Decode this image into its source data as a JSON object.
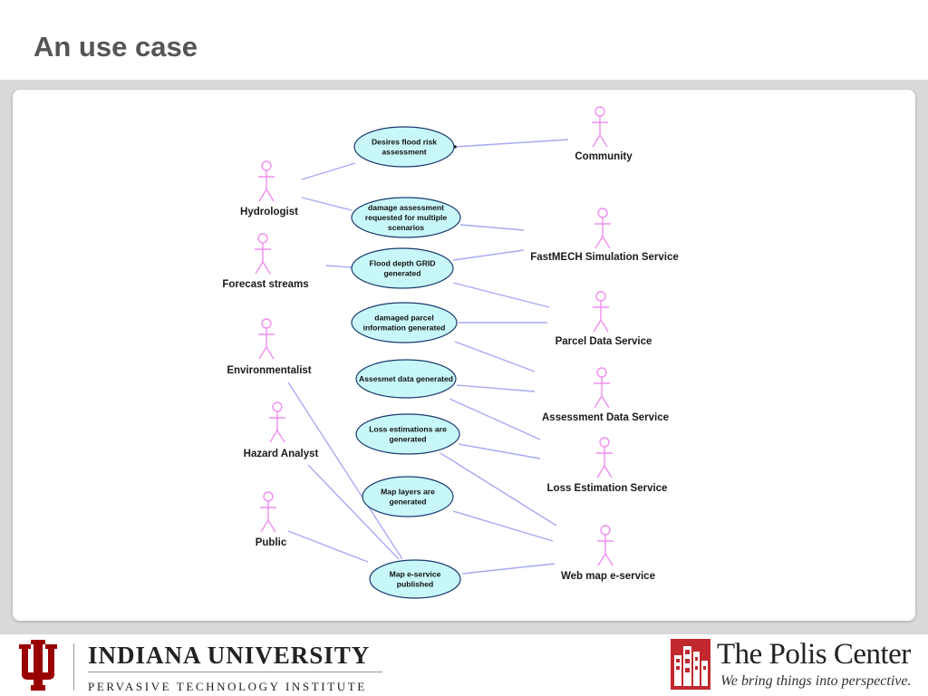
{
  "slide": {
    "title": "An use case"
  },
  "diagram": {
    "actors": [
      {
        "id": "community",
        "label": "Community"
      },
      {
        "id": "hydrologist",
        "label": "Hydrologist"
      },
      {
        "id": "fastmech",
        "label": "FastMECH Simulation Service"
      },
      {
        "id": "forecast",
        "label": "Forecast streams"
      },
      {
        "id": "parcel",
        "label": "Parcel Data Service"
      },
      {
        "id": "environmentalist",
        "label": "Environmentalist"
      },
      {
        "id": "assessment",
        "label": "Assessment Data Service"
      },
      {
        "id": "hazard",
        "label": "Hazard Analyst"
      },
      {
        "id": "loss",
        "label": "Loss Estimation Service"
      },
      {
        "id": "public",
        "label": "Public"
      },
      {
        "id": "webmap",
        "label": "Web map e-service"
      }
    ],
    "usecases": [
      {
        "id": "uc1",
        "lines": [
          "Desires flood risk",
          "assessment"
        ]
      },
      {
        "id": "uc2",
        "lines": [
          "damage assessment",
          "requested for multiple",
          "scenarios"
        ]
      },
      {
        "id": "uc3",
        "lines": [
          "Flood depth GRID",
          "generated"
        ]
      },
      {
        "id": "uc4",
        "lines": [
          "damaged parcel",
          "information generated"
        ]
      },
      {
        "id": "uc5",
        "lines": [
          "Assesmet data generated"
        ]
      },
      {
        "id": "uc6",
        "lines": [
          "Loss estimations are",
          "generated"
        ]
      },
      {
        "id": "uc7",
        "lines": [
          "Map layers are",
          "generated"
        ]
      },
      {
        "id": "uc8",
        "lines": [
          "Map e-service",
          "published"
        ]
      }
    ],
    "colors": {
      "actor": "#f08ef0",
      "usecase_fill": "#c8f7f9",
      "usecase_stroke": "#1b3b6f",
      "association": "#a8aaf3"
    }
  },
  "footer": {
    "iu_name": "INDIANA UNIVERSITY",
    "iu_sub": "PERVASIVE TECHNOLOGY INSTITUTE",
    "polis_name": "The Polis Center",
    "polis_tagline": "We bring things into perspective.",
    "colors": {
      "iu_crimson": "#990000",
      "polis_red": "#c0282d"
    }
  }
}
